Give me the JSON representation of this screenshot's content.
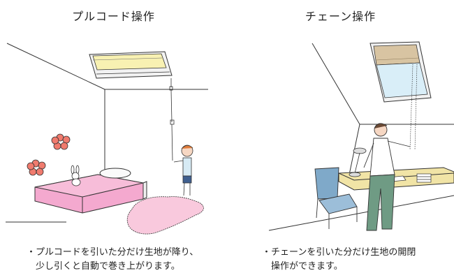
{
  "left": {
    "title": "プルコード操作",
    "caption_line1": "・プルコードを引いた分だけ生地が降り、",
    "caption_line2": "少し引くと自動で巻き上がります。"
  },
  "right": {
    "title": "チェーン操作",
    "caption_line1": "・チェーンを引いた分だけ生地の開閉",
    "caption_line2": "操作ができます。"
  },
  "colors": {
    "bed": "#f4a9cf",
    "rug": "#f9c9dd",
    "flower": "#f07b6e",
    "blind_yellow": "#f8f1b2",
    "blind_beige": "#d8c4a2",
    "glass": "#d9eef8",
    "chair": "#7fa9c9",
    "desk": "#f1e4a6",
    "pants": "#6f9b84",
    "boy_shirt": "#d7ebf5",
    "boy_pants": "#3f5f8f"
  }
}
